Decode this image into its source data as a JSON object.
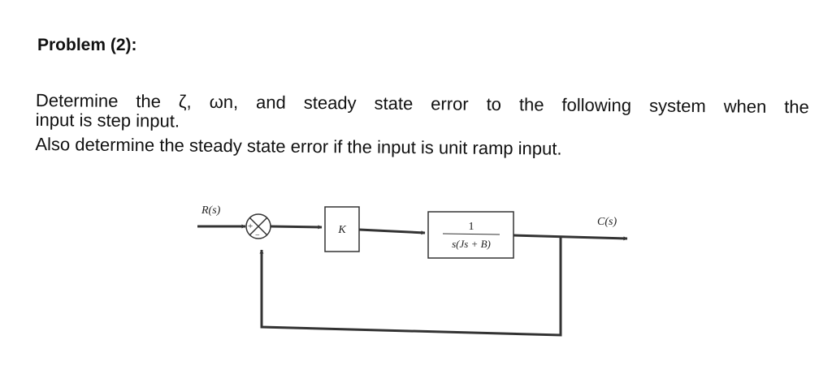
{
  "problem": {
    "title": "Problem (2):",
    "line1_words": [
      "Determine",
      "the",
      "ζ,",
      "ωn,",
      "and",
      "steady",
      "state",
      "error",
      "to",
      "the",
      "following",
      "system",
      "when",
      "the"
    ],
    "line2": "input is step input.",
    "line3": "Also determine the steady state error if the input is unit ramp input."
  },
  "diagram": {
    "input_label": "R(s)",
    "output_label": "C(s)",
    "summer_plus": "+",
    "summer_minus": "−",
    "gain_block": "K",
    "plant_numerator": "1",
    "plant_denominator": "s(Js + B)"
  }
}
